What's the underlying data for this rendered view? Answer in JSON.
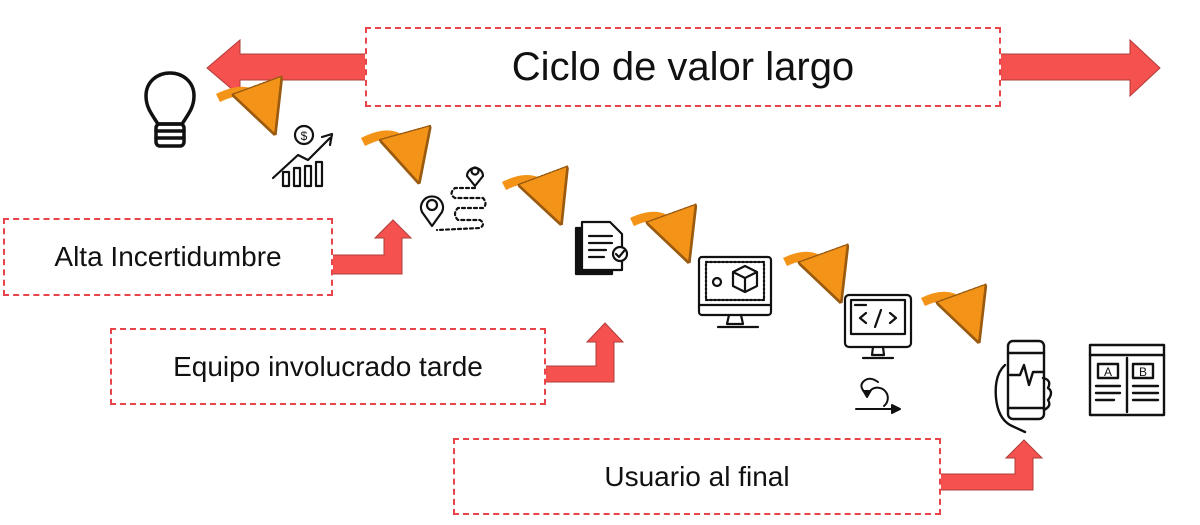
{
  "title": "Ciclo de valor largo",
  "problems": [
    {
      "label": "Alta Incertidumbre"
    },
    {
      "label": "Equipo involucrado tarde"
    },
    {
      "label": "Usuario al final"
    }
  ],
  "stages": [
    {
      "icon": "lightbulb-icon"
    },
    {
      "icon": "finance-growth-icon"
    },
    {
      "icon": "roadmap-icon"
    },
    {
      "icon": "documents-icon"
    },
    {
      "icon": "design-monitor-icon"
    },
    {
      "icon": "code-monitor-icon"
    },
    {
      "icon": "mobile-hand-icon"
    },
    {
      "icon": "ab-test-icon"
    }
  ],
  "extra": {
    "iteration_icon": "scrum-loop-icon"
  },
  "colors": {
    "red": "#f5524f",
    "dash": "#e8454a",
    "orange": "#f39419"
  },
  "ab": {
    "a": "A",
    "b": "B"
  }
}
